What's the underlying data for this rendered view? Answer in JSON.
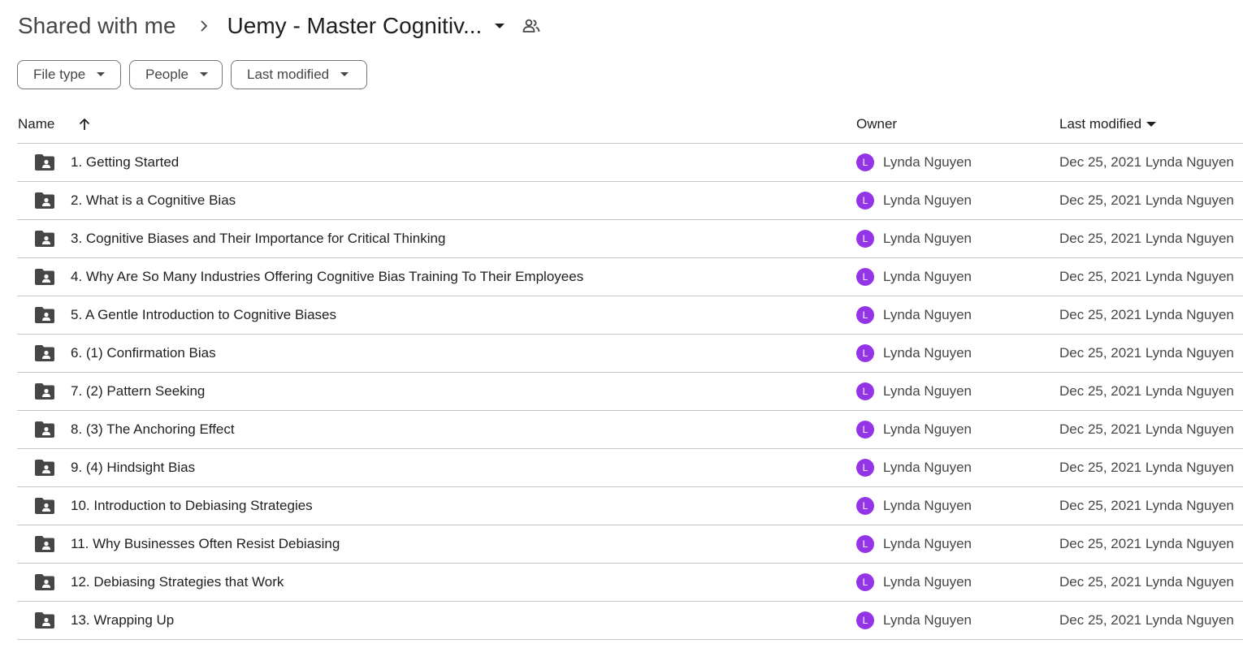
{
  "breadcrumb": {
    "root": "Shared with me",
    "current": "Uemy - Master Cognitiv..."
  },
  "icons": {
    "chevron": "chevron-right-icon",
    "dropdown": "arrow-drop-down-icon",
    "shared": "people-icon",
    "sort": "arrow-upward-icon",
    "folder": "shared-folder-icon"
  },
  "filters": [
    {
      "label": "File type"
    },
    {
      "label": "People"
    },
    {
      "label": "Last modified"
    }
  ],
  "table": {
    "headers": {
      "name": "Name",
      "owner": "Owner",
      "last_modified": "Last modified"
    },
    "rows": [
      {
        "name": "1. Getting Started",
        "owner_initial": "L",
        "owner": "Lynda Nguyen",
        "modified": "Dec 25, 2021 Lynda Nguyen"
      },
      {
        "name": "2. What is a Cognitive Bias",
        "owner_initial": "L",
        "owner": "Lynda Nguyen",
        "modified": "Dec 25, 2021 Lynda Nguyen"
      },
      {
        "name": "3. Cognitive Biases and Their Importance for Critical Thinking",
        "owner_initial": "L",
        "owner": "Lynda Nguyen",
        "modified": "Dec 25, 2021 Lynda Nguyen"
      },
      {
        "name": "4. Why Are So Many Industries Offering Cognitive Bias Training To Their Employees",
        "owner_initial": "L",
        "owner": "Lynda Nguyen",
        "modified": "Dec 25, 2021 Lynda Nguyen"
      },
      {
        "name": "5. A Gentle Introduction to Cognitive Biases",
        "owner_initial": "L",
        "owner": "Lynda Nguyen",
        "modified": "Dec 25, 2021 Lynda Nguyen"
      },
      {
        "name": "6. (1) Confirmation Bias",
        "owner_initial": "L",
        "owner": "Lynda Nguyen",
        "modified": "Dec 25, 2021 Lynda Nguyen"
      },
      {
        "name": "7. (2) Pattern Seeking",
        "owner_initial": "L",
        "owner": "Lynda Nguyen",
        "modified": "Dec 25, 2021 Lynda Nguyen"
      },
      {
        "name": "8. (3) The Anchoring Effect",
        "owner_initial": "L",
        "owner": "Lynda Nguyen",
        "modified": "Dec 25, 2021 Lynda Nguyen"
      },
      {
        "name": "9. (4) Hindsight Bias",
        "owner_initial": "L",
        "owner": "Lynda Nguyen",
        "modified": "Dec 25, 2021 Lynda Nguyen"
      },
      {
        "name": "10. Introduction to Debiasing Strategies",
        "owner_initial": "L",
        "owner": "Lynda Nguyen",
        "modified": "Dec 25, 2021 Lynda Nguyen"
      },
      {
        "name": "11. Why Businesses Often Resist Debiasing",
        "owner_initial": "L",
        "owner": "Lynda Nguyen",
        "modified": "Dec 25, 2021 Lynda Nguyen"
      },
      {
        "name": "12. Debiasing Strategies that Work",
        "owner_initial": "L",
        "owner": "Lynda Nguyen",
        "modified": "Dec 25, 2021 Lynda Nguyen"
      },
      {
        "name": "13. Wrapping Up",
        "owner_initial": "L",
        "owner": "Lynda Nguyen",
        "modified": "Dec 25, 2021 Lynda Nguyen"
      }
    ]
  },
  "colors": {
    "avatar": "#9334e6",
    "folder": "#444746",
    "divider": "#c4c7c5"
  }
}
